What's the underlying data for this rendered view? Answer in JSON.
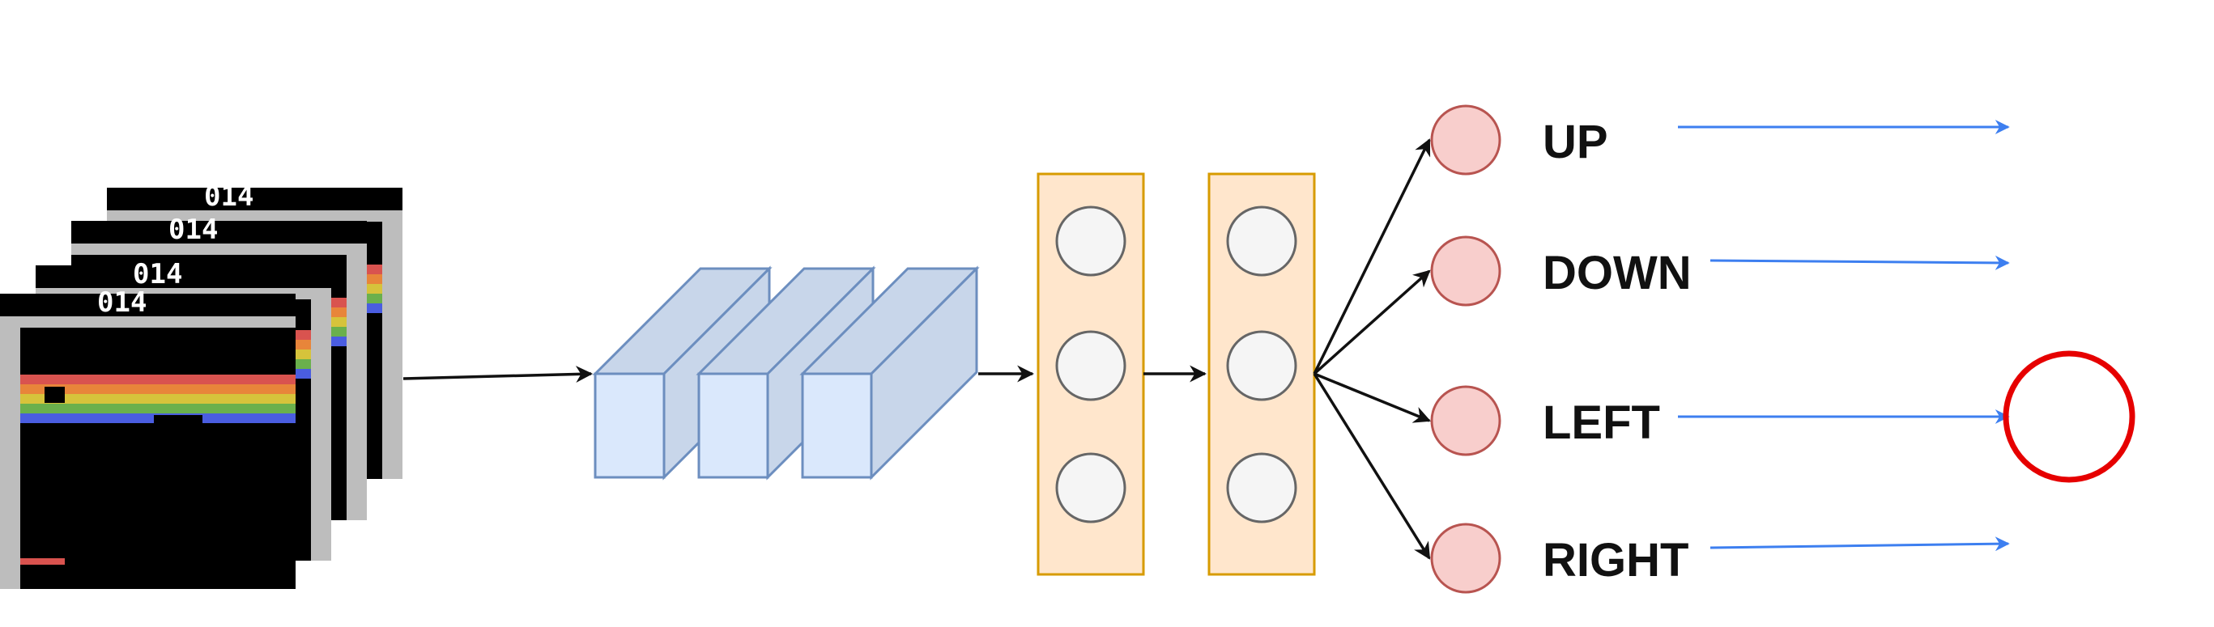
{
  "diagram": {
    "input": {
      "frames": [
        {
          "score": "014"
        },
        {
          "score": "014"
        },
        {
          "score": "014"
        },
        {
          "score": "014"
        }
      ]
    },
    "conv_blocks": 3,
    "dense_layers": [
      {
        "neurons": 3
      },
      {
        "neurons": 3
      }
    ],
    "actions": [
      {
        "label": "UP"
      },
      {
        "label": "DOWN"
      },
      {
        "label": "LEFT"
      },
      {
        "label": "RIGHT"
      }
    ],
    "selected_action": "LEFT",
    "colors": {
      "conv_face": "#dae8fc",
      "conv_stroke": "#6c8ebf",
      "dense_fill": "#ffe6cc",
      "dense_stroke": "#d79b00",
      "neuron_fill": "#f5f5f5",
      "output_fill": "#f8cecc",
      "output_stroke": "#b85450",
      "blue_arrow": "#3d7ff0",
      "highlight": "#e60000",
      "rainbow": [
        "#d9534f",
        "#e8853a",
        "#d6c33b",
        "#6ab04c",
        "#4a5de0"
      ]
    }
  }
}
